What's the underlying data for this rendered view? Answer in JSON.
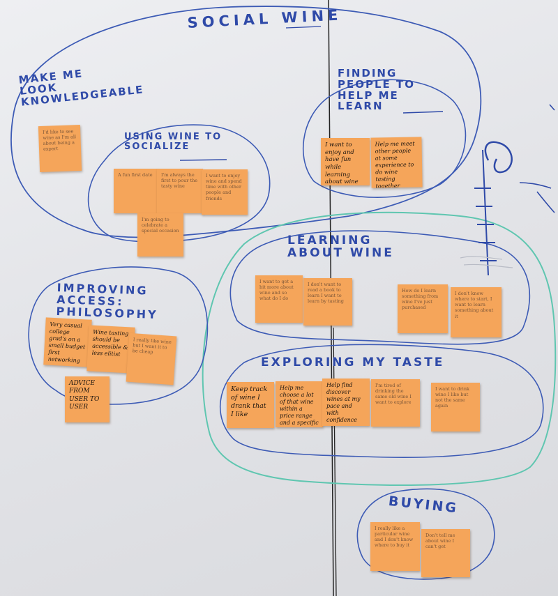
{
  "board": {
    "labels": {
      "social_wine": "Social wine",
      "make_me_look": "Make me look knowledgeable",
      "using_wine": "Using wine to socialize",
      "finding_people": "Finding people to help me learn",
      "learning_about": "Learning about wine",
      "improving_access": "Improving access: Philosophy",
      "exploring_taste": "Exploring my taste",
      "buying": "Buying"
    },
    "notes": {
      "make_me_look_1": "I'd like to see wine as I'm all about being a expert",
      "using_wine_1": "A fun first date",
      "using_wine_2": "I'm always the first to pour the tasty wine",
      "using_wine_3": "I want to enjoy wine and spend time with other people and friends",
      "using_wine_4": "I'm going to celebrate a special occasion",
      "finding_people_1": "I want to enjoy and have fun while learning about wine",
      "finding_people_2": "Help me meet other people at some experience to do wine tasting together",
      "learning_1": "I want to get a bit more about wine and so what do I do",
      "learning_2": "I don't want to read a book to learn I want to learn by tasting",
      "learning_3": "How do I learn something from wine I've just purchased",
      "learning_4": "I don't know where to start, I want to learn something about it",
      "improving_1": "Very casual college grad's on a small budget first networking",
      "improving_2": "Wine tasting should be accessible & less elitist",
      "improving_3": "I really like wine but I want it to be cheap",
      "improving_4": "Advice from user to user",
      "exploring_1": "Keep track of wine I drank that I like",
      "exploring_2": "Help me choose a lot of that wine within a price range and a specific range",
      "exploring_3": "Help find discover wines at my pace and with confidence",
      "exploring_4": "I'm tired of drinking the same old wine I want to explore",
      "exploring_5": "I want to drink wine I like but not the same again",
      "buying_1": "I really like a particular wine and I don't know where to buy it",
      "buying_2": "Don't tell me about wine I can't get"
    }
  }
}
